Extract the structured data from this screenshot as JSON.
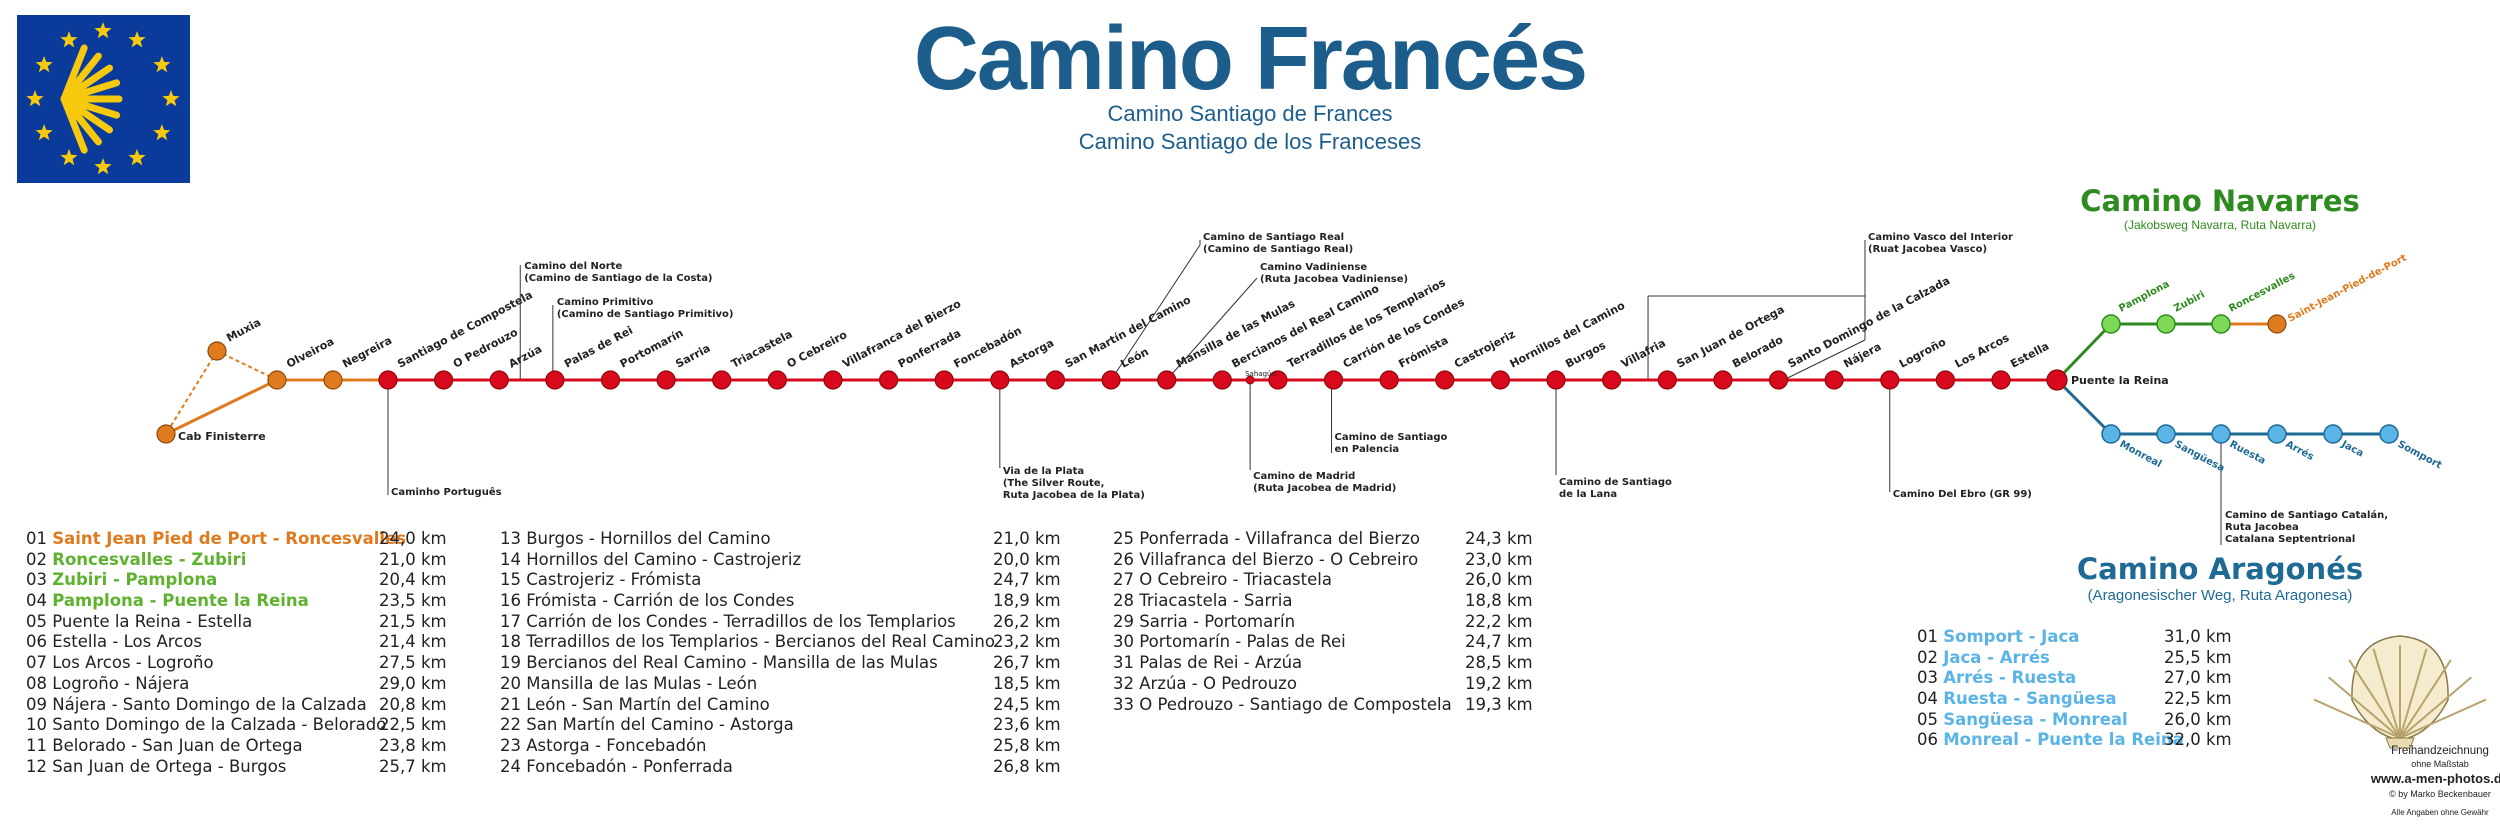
{
  "title": "Camino Francés",
  "subtitle_1": "Camino Santiago de Frances",
  "subtitle_2": "Camino Santiago de los Franceses",
  "colors": {
    "main": "#d9091d",
    "frances_text": "#1d5d8c",
    "coast": "#e07a1f",
    "navarres": "#2e8b1f",
    "navarres_fill": "#7ed957",
    "aragones": "#1f6a95",
    "aragones_fill": "#5ab4e6",
    "flag": "#0a3a9a",
    "star": "#f6c90e"
  },
  "main_stations": [
    "Santiago de Compostela",
    "O Pedrouzo",
    "Arzúa",
    "Palas de Rei",
    "Portomarín",
    "Sarria",
    "Triacastela",
    "O Cebreiro",
    "Villafranca del Bierzo",
    "Ponferrada",
    "Foncebadón",
    "Astorga",
    "San Martín del Camino",
    "León",
    "Mansilla de las Mulas",
    "Bercianos del Real Camino",
    "Terradillos de los Templarios",
    "Carrión de los Condes",
    "Frómista",
    "Castrojeriz",
    "Hornillos del Camino",
    "Burgos",
    "Villafria",
    "San Juan de Ortega",
    "Belorado",
    "Santo Domingo de la Calzada",
    "Nájera",
    "Logroño",
    "Los Arcos",
    "Estella"
  ],
  "minor_station": "Sahagún",
  "junction_label": "Puente la Reina",
  "coast": {
    "stations": [
      "Negreira",
      "Olveiroa"
    ],
    "ends": [
      "Muxia",
      "Cab Finisterre"
    ]
  },
  "navarres": {
    "title": "Camino Navarres",
    "alias": "(Jakobsweg Navarra, Ruta Navarra)",
    "stations": [
      "Pamplona",
      "Zubiri",
      "Roncesvalles"
    ],
    "start": "Saint-Jean-Pied-de-Port"
  },
  "aragones": {
    "title": "Camino Aragonés",
    "alias": "(Aragonesischer Weg, Ruta Aragonesa)",
    "stations": [
      "Monreal",
      "Sangüesa",
      "Ruesta",
      "Arrés",
      "Jaca",
      "Somport"
    ]
  },
  "connections": {
    "portugues": "Caminho Português",
    "norte": [
      "Camino del Norte",
      "(Camino de Santiago de la Costa)"
    ],
    "primitivo": [
      "Camino  Primitivo",
      "(Camino de Santiago Primitivo)"
    ],
    "plata": [
      "Via de la Plata",
      "(The Silver Route,",
      "Ruta Jacobea de la Plata)"
    ],
    "real": [
      "Camino de Santiago Real",
      "(Camino de Santiago Real)"
    ],
    "vadiniense": [
      "Camino Vadiniense",
      "(Ruta Jacobea Vadiniense)"
    ],
    "madrid": [
      "Camino de Madrid",
      "(Ruta Jacobea de Madrid)"
    ],
    "palencia": [
      "Camino de Santiago",
      "en Palencia"
    ],
    "lana": [
      "Camino de Santiago",
      "de la Lana"
    ],
    "vasco": [
      "Camino Vasco del Interior",
      "(Ruat Jacobea Vasco)"
    ],
    "ebro": "Camino Del Ebro (GR 99)",
    "catalan": [
      "Camino de Santiago Catalán,",
      "Ruta Jacobea",
      "Catalana Septentrional"
    ]
  },
  "stages_col1": [
    {
      "label": "01 ",
      "name": "Saint Jean Pied de Port - Roncesvalles",
      "km": "24,0 km",
      "hl": "coast"
    },
    {
      "label": "02 ",
      "name": "Roncesvalles - Zubiri",
      "km": "21,0 km",
      "hl": "green"
    },
    {
      "label": "03 ",
      "name": "Zubiri - Pamplona",
      "km": "20,4 km",
      "hl": "green"
    },
    {
      "label": "04 ",
      "name": "Pamplona - Puente la Reina",
      "km": "23,5 km",
      "hl": "green"
    },
    {
      "label": "05 ",
      "name": "Puente la Reina - Estella",
      "km": "21,5 km",
      "hl": ""
    },
    {
      "label": "06 ",
      "name": "Estella - Los Arcos",
      "km": "21,4 km",
      "hl": ""
    },
    {
      "label": "07 ",
      "name": "Los Arcos - Logroño",
      "km": "27,5 km",
      "hl": ""
    },
    {
      "label": "08 ",
      "name": "Logroño - Nájera",
      "km": "29,0 km",
      "hl": ""
    },
    {
      "label": "09 ",
      "name": "Nájera - Santo Domingo de la Calzada",
      "km": "20,8 km",
      "hl": ""
    },
    {
      "label": "10 ",
      "name": "Santo Domingo de la Calzada - Belorado",
      "km": "22,5 km",
      "hl": ""
    },
    {
      "label": "11 ",
      "name": "Belorado - San Juan de Ortega",
      "km": "23,8 km",
      "hl": ""
    },
    {
      "label": "12 ",
      "name": "San Juan de Ortega - Burgos",
      "km": "25,7 km",
      "hl": ""
    }
  ],
  "stages_col2": [
    {
      "name": "13 Burgos - Hornillos del Camino",
      "km": "21,0 km"
    },
    {
      "name": "14 Hornillos del Camino - Castrojeriz",
      "km": "20,0 km"
    },
    {
      "name": "15 Castrojeriz - Frómista",
      "km": "24,7 km"
    },
    {
      "name": "16 Frómista - Carrión de los Condes",
      "km": "18,9 km"
    },
    {
      "name": "17 Carrión de los Condes - Terradillos de los Templarios",
      "km": "26,2 km"
    },
    {
      "name": "18 Terradillos de los Templarios - Bercianos del Real Camino",
      "km": "23,2 km"
    },
    {
      "name": "19 Bercianos del Real Camino - Mansilla de las Mulas",
      "km": "26,7 km"
    },
    {
      "name": "20 Mansilla de las Mulas - León",
      "km": "18,5 km"
    },
    {
      "name": "21 León - San Martín del Camino",
      "km": "24,5 km"
    },
    {
      "name": "22 San Martín del Camino - Astorga",
      "km": "23,6 km"
    },
    {
      "name": "23 Astorga - Foncebadón",
      "km": "25,8 km"
    },
    {
      "name": "24 Foncebadón - Ponferrada",
      "km": "26,8 km"
    }
  ],
  "stages_col3": [
    {
      "name": "25 Ponferrada - Villafranca del Bierzo",
      "km": "24,3 km"
    },
    {
      "name": "26 Villafranca del Bierzo - O Cebreiro",
      "km": "23,0 km"
    },
    {
      "name": "27 O Cebreiro - Triacastela",
      "km": "26,0 km"
    },
    {
      "name": "28 Triacastela - Sarria",
      "km": "18,8 km"
    },
    {
      "name": "29 Sarria - Portomarín",
      "km": "22,2 km"
    },
    {
      "name": "30 Portomarín - Palas de Rei",
      "km": "24,7 km"
    },
    {
      "name": "31 Palas de Rei - Arzúa",
      "km": "28,5 km"
    },
    {
      "name": "32 Arzúa - O Pedrouzo",
      "km": "19,2 km"
    },
    {
      "name": "33 O Pedrouzo - Santiago de Compostela",
      "km": "19,3 km"
    }
  ],
  "stages_arag": [
    {
      "label": "01 ",
      "name": "Somport - Jaca",
      "km": "31,0 km"
    },
    {
      "label": "02 ",
      "name": "Jaca - Arrés",
      "km": "25,5 km"
    },
    {
      "label": "03 ",
      "name": "Arrés - Ruesta",
      "km": "27,0 km"
    },
    {
      "label": "04 ",
      "name": "Ruesta - Sangüesa",
      "km": "22,5 km"
    },
    {
      "label": "05 ",
      "name": "Sangüesa - Monreal",
      "km": "26,0 km"
    },
    {
      "label": "06 ",
      "name": "Monreal - Puente la Reina",
      "km": "32,0 km"
    }
  ],
  "credits": {
    "line1": "Freihandzeichnung",
    "line2": "ohne Maßstab",
    "site": "www.a-men-photos.de",
    "author": "© by Marko Beckenbauer",
    "disclaimer": "Alle Angaben ohne Gewähr"
  }
}
